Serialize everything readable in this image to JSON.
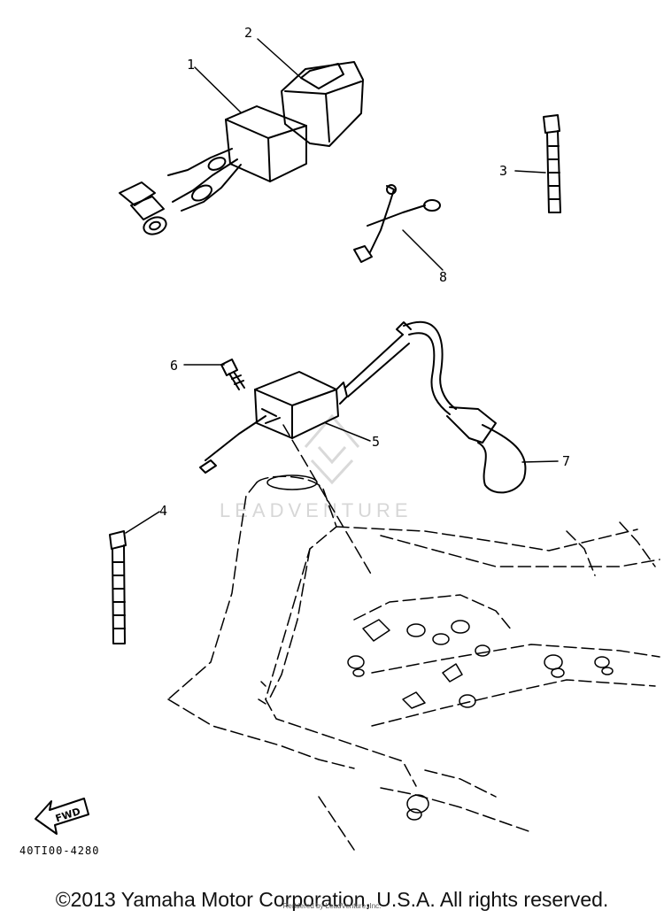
{
  "labels": {
    "p1": "1",
    "p2": "2",
    "p3": "3",
    "p4": "4",
    "p5": "5",
    "p6": "6",
    "p7": "7",
    "p8": "8"
  },
  "fwd_arrow_text": "FWD",
  "drawing_code": "40TI00-4280",
  "watermark": "LEADVENTURE",
  "copyright": "©2013 Yamaha Motor Corporation, U.S.A. All rights reserved.",
  "rendered_by": "Rendered by LeadVenture, Inc."
}
